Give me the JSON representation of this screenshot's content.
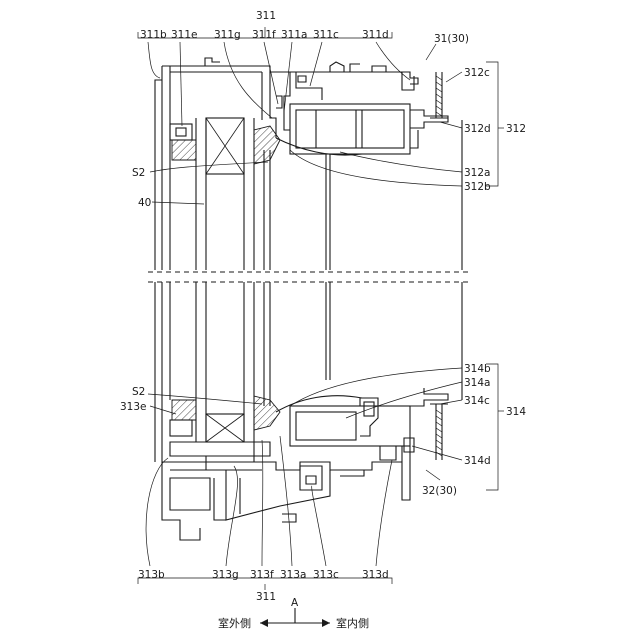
{
  "labels": {
    "top_group": "311",
    "l311b": "311b",
    "l311e": "311e",
    "l311g": "311g",
    "l311f": "311f",
    "l311a": "311a",
    "l311c": "311c",
    "l311d": "311d",
    "l31": "31(30)",
    "l312c": "312c",
    "l312d": "312d",
    "l312": "312",
    "l312a": "312a",
    "l312b": "312b",
    "lS2_top": "S2",
    "l40": "40",
    "l314b": "314b",
    "l314a": "314a",
    "l314c": "314c",
    "l314": "314",
    "l314d": "314d",
    "l32": "32(30)",
    "lS2_bottom": "S2",
    "l313e": "313e",
    "l313b": "313b",
    "l313g": "313g",
    "l313f": "313f",
    "l313a": "313a",
    "l313c": "313c",
    "l313d": "313d",
    "bottom_group": "311",
    "arrow_letter": "A",
    "outdoor": "室外側",
    "indoor": "室内側"
  }
}
